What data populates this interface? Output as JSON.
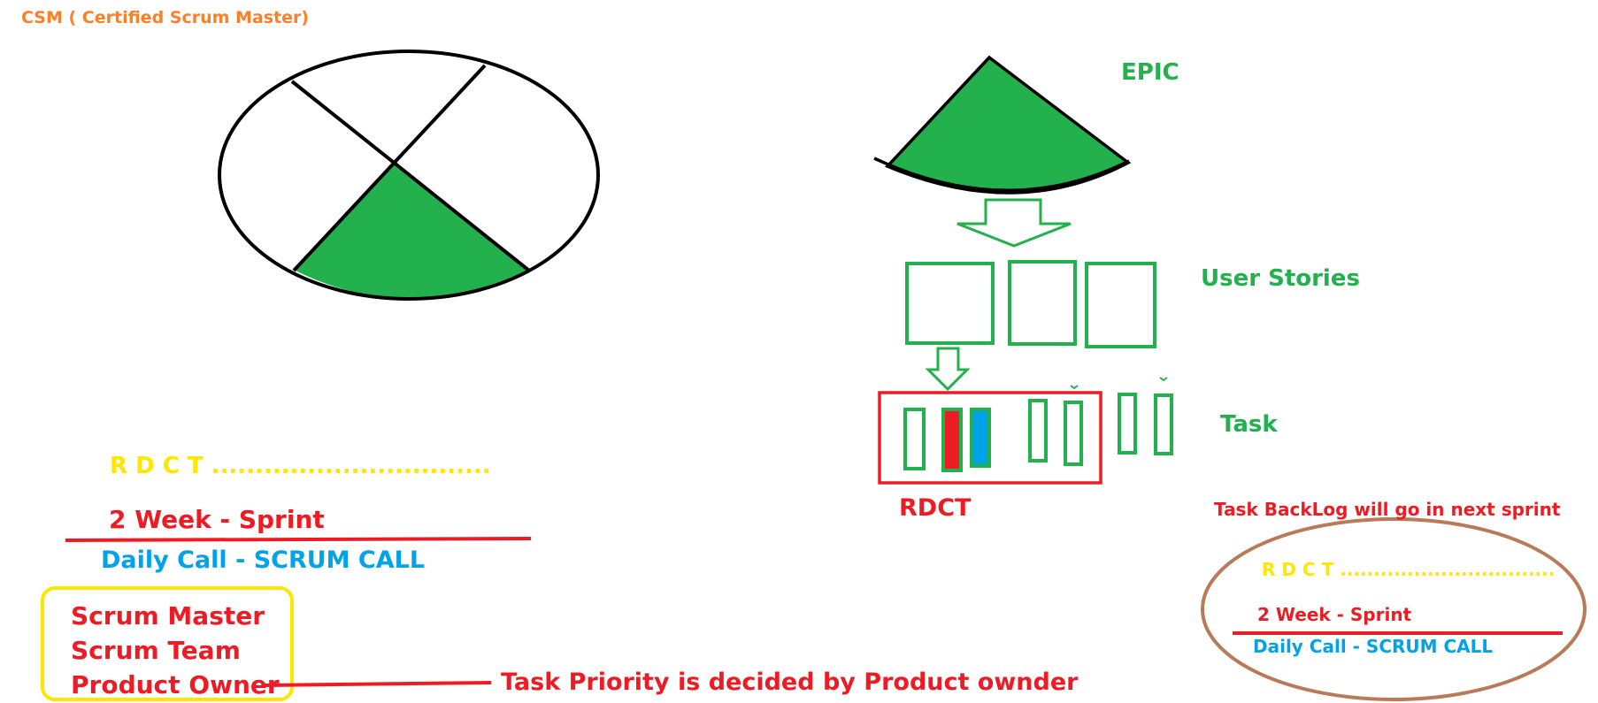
{
  "title": "CSM ( Certified Scrum Master)",
  "labels": {
    "epic": "EPIC",
    "user_stories": "User Stories",
    "task": "Task",
    "rdct": "RDCT"
  },
  "left_panel": {
    "rdct_line": "R   D  C    T ................................",
    "sprint": "2 Week - Sprint",
    "daily_call": "Daily Call - SCRUM CALL",
    "roles": [
      "Scrum Master",
      "Scrum Team",
      "Product Owner"
    ],
    "priority_note": "Task Priority is decided by Product ownder"
  },
  "right_panel": {
    "backlog_note": "Task BackLog will go in next sprint",
    "rdct_line": "R   D  C   T ................................",
    "sprint": "2 Week - Sprint",
    "daily_call": "Daily Call - SCRUM CALL"
  },
  "colors": {
    "green": "#22b14c",
    "red": "#ed1c24",
    "blue": "#00a2e8",
    "yellow": "#ffe600",
    "orange": "#ff7f27",
    "brown": "#b97a57",
    "black": "#000000"
  }
}
